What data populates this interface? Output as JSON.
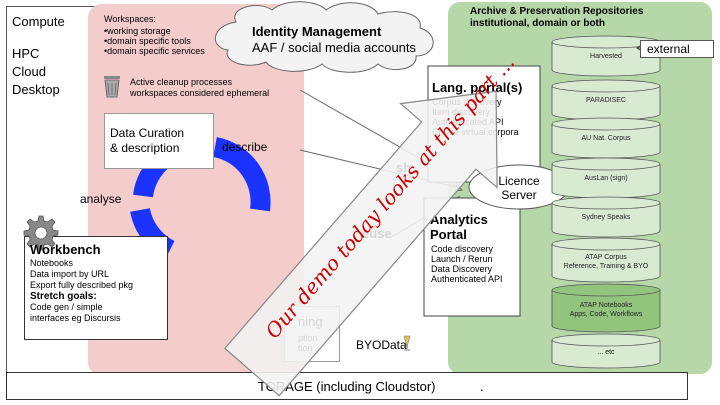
{
  "compute": {
    "title": "Compute",
    "items": [
      "HPC",
      "Cloud",
      "Desktop"
    ]
  },
  "workspaces": {
    "title": "Workspaces:",
    "items": [
      "working storage",
      "domain specific tools",
      "domain specific services"
    ],
    "cleanup_line1": "Active cleanup processes",
    "cleanup_line2": "workspaces considered ephemeral"
  },
  "identity": {
    "title": "Identity Management",
    "subtitle": "AAF / social media accounts"
  },
  "archive": {
    "title_line1": "Archive & Preservation Repositories",
    "title_line2": "institutional, domain or both",
    "external": "external",
    "repos": [
      "Harvested",
      "PARADISEC",
      "AU Nat. Corpus",
      "AusLan (sign)",
      "Sydney Speaks",
      "ATAP Corpus\nReference, Training & BYO",
      "ATAP Notebooks\nApps, Code, Workflows",
      "... etc"
    ]
  },
  "lang_portal": {
    "title": "Lang. portal(s)",
    "items": [
      "Corpus discovery",
      "Item discovery",
      "Authenticated API",
      "Create virtual corpora"
    ]
  },
  "licence": {
    "line1": "Licence",
    "line2": "Server"
  },
  "analytics": {
    "title_line1": "Analytics",
    "title_line2": "Portal",
    "items": [
      "Code discovery",
      "Launch / Rerun",
      "Data Discovery",
      "Authenticated API"
    ]
  },
  "cycle": {
    "curation_line1": "Data Curation",
    "curation_line2": "& description",
    "describe": "describe",
    "analyse": "analyse",
    "publish_fragment": "sh",
    "reuse_fragment": "euse",
    "training_fragment": "ning",
    "training_sub1": "ption",
    "training_sub2": "tion",
    "byodata": "BYOData"
  },
  "workbench": {
    "title": "Workbench",
    "items": [
      "Notebooks",
      "Data import by URL",
      "Export fully described pkg"
    ],
    "stretch_title": "Stretch goals:",
    "stretch_items": [
      "Code gen / simple",
      "interfaces eg Discursis"
    ]
  },
  "storage": {
    "label": "TORAGE (including Cloudstor)",
    "dot": "."
  },
  "banner": {
    "text": "Our demo today looks at this part ..."
  },
  "colors": {
    "pink": "#f4cccc",
    "green": "#b6d7a8",
    "green_dark": "#93c47d",
    "blue": "#1a33ff",
    "red_text": "#cc0000"
  }
}
